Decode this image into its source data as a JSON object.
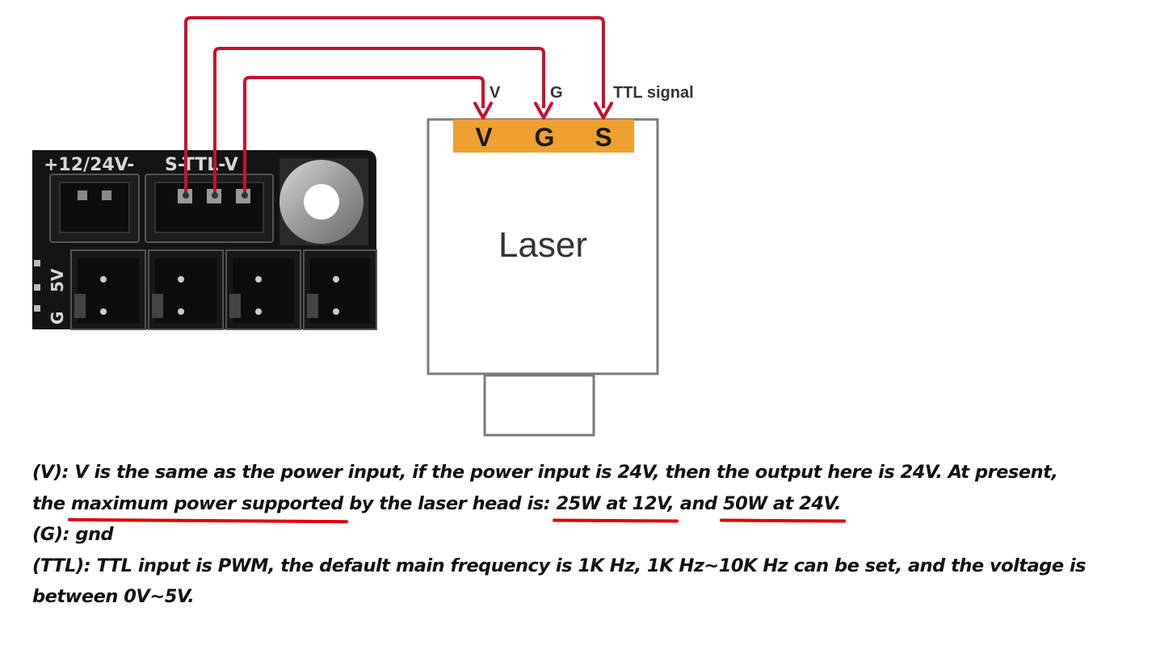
{
  "diagram": {
    "wire_labels": {
      "v": "V",
      "g": "G",
      "ttl": "TTL signal"
    },
    "laser": {
      "title": "Laser",
      "pins": [
        "V",
        "G",
        "S"
      ]
    },
    "board": {
      "silkscreen_top": "+12/24V-",
      "silkscreen_ttl": "S-TTL-V",
      "silkscreen_side": "5V",
      "silkscreen_side_g": "G"
    },
    "colors": {
      "wire": "#c8102e",
      "pin_header": "#f0a030",
      "annotation_underline": "#e00000"
    }
  },
  "description": {
    "line1_a": "(V): V is the same as the power input, if the power input is 24V, then the output here is 24V. At present,",
    "line2_a": "the ",
    "line2_hl1": "maximum power supported",
    "line2_b": " by the laser head is: ",
    "line2_hl2": "25W at 12V,",
    "line2_c": " and ",
    "line2_hl3": "50W at 24V.",
    "line3": "(G): gnd",
    "line4": "(TTL): TTL input is PWM, the default main frequency is 1K Hz, 1K Hz~10K Hz can be set, and the voltage is",
    "line5": "between 0V~5V."
  }
}
